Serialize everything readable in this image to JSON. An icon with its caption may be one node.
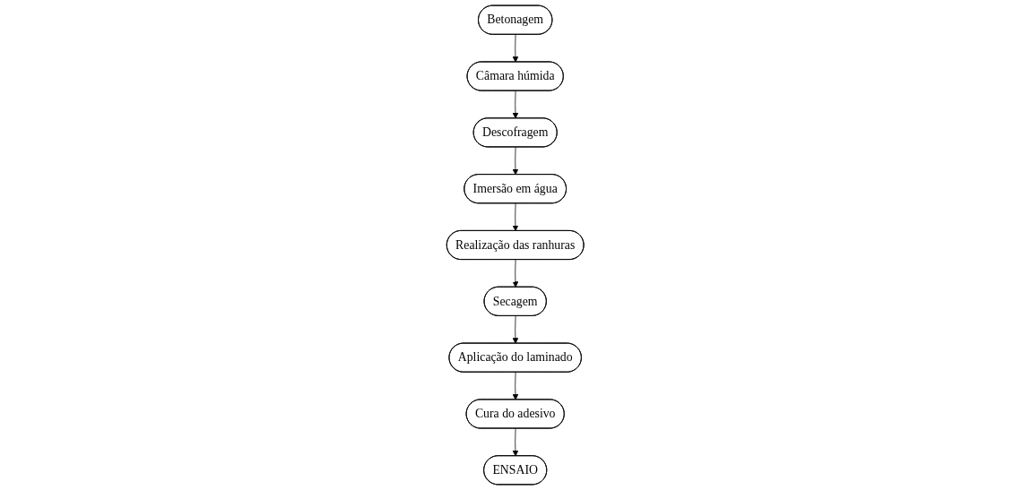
{
  "diagram": {
    "nodes": [
      {
        "text": [
          "Betonagem"
        ]
      },
      {
        "text": [
          "Câmara húmida"
        ]
      },
      {
        "text": [
          "Descofragem"
        ]
      },
      {
        "text": [
          "Secagem"
        ]
      },
      {
        "text": [
          "Realização das ranhuras"
        ]
      },
      {
        "text": [
          "Imersão em água"
        ]
      },
      {
        "text": [
          "Aplicação do laminado"
        ]
      },
      {
        "text": [
          "Cura do adesivo"
        ]
      },
      {
        "text": [
          "ENSAIO"
        ]
      }
    ],
    "edges": [
      {
        "from": 0,
        "to": 1,
        "arrow": "to"
      },
      {
        "from": 1,
        "to": 2,
        "arrow": "to"
      },
      {
        "from": 2,
        "to": 5,
        "arrow": "to"
      },
      {
        "from": 5,
        "to": 4,
        "arrow": "to"
      },
      {
        "from": 4,
        "to": 3,
        "arrow": "to"
      },
      {
        "from": 3,
        "to": 6,
        "arrow": "to"
      },
      {
        "from": 6,
        "to": 7,
        "arrow": "to"
      },
      {
        "from": 7,
        "to": 8,
        "arrow": "to"
      }
    ]
  }
}
